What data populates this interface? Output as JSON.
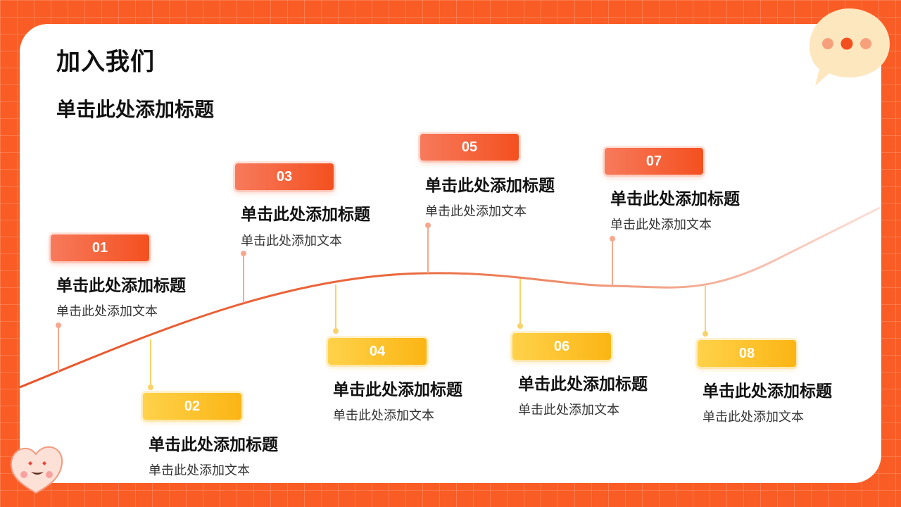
{
  "title": "加入我们",
  "subtitle": "单击此处添加标题",
  "colors": {
    "background": "#f95d25",
    "accent_red": "#f4501f",
    "accent_yellow": "#fbb514",
    "card": "#ffffff"
  },
  "items": [
    {
      "number": "01",
      "heading": "单击此处添加标题",
      "text": "单击此处添加文本",
      "color": "red"
    },
    {
      "number": "02",
      "heading": "单击此处添加标题",
      "text": "单击此处添加文本",
      "color": "yellow"
    },
    {
      "number": "03",
      "heading": "单击此处添加标题",
      "text": "单击此处添加文本",
      "color": "red"
    },
    {
      "number": "04",
      "heading": "单击此处添加标题",
      "text": "单击此处添加文本",
      "color": "yellow"
    },
    {
      "number": "05",
      "heading": "单击此处添加标题",
      "text": "单击此处添加文本",
      "color": "red"
    },
    {
      "number": "06",
      "heading": "单击此处添加标题",
      "text": "单击此处添加文本",
      "color": "yellow"
    },
    {
      "number": "07",
      "heading": "单击此处添加标题",
      "text": "单击此处添加文本",
      "color": "red"
    },
    {
      "number": "08",
      "heading": "单击此处添加标题",
      "text": "单击此处添加文本",
      "color": "yellow"
    }
  ],
  "icons": {
    "speech_bubble": "speech-bubble-icon",
    "mascot": "heart-mascot-icon"
  }
}
